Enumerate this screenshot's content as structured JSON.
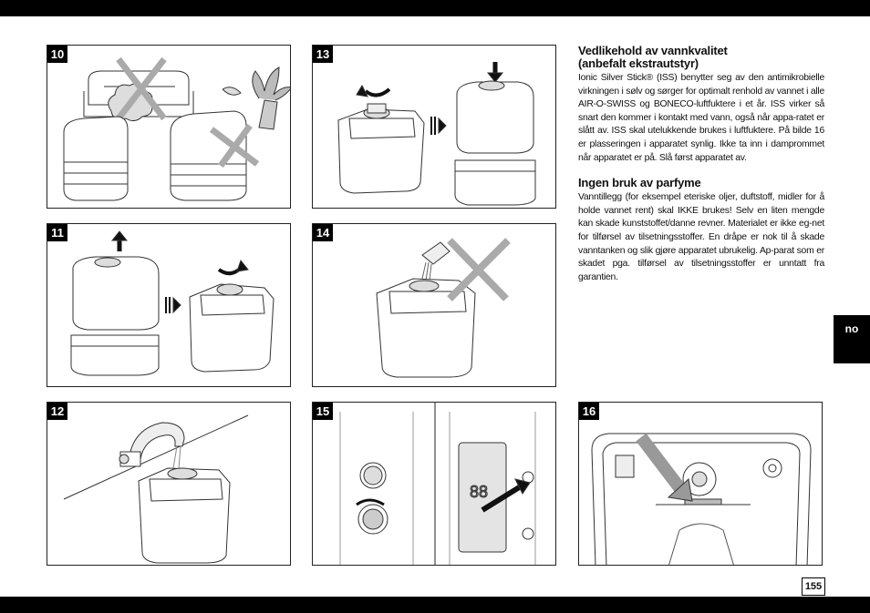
{
  "panels": [
    {
      "number": "10"
    },
    {
      "number": "13"
    },
    {
      "number": "11"
    },
    {
      "number": "14"
    },
    {
      "number": "12"
    },
    {
      "number": "15"
    },
    {
      "number": "16"
    }
  ],
  "section1": {
    "heading_line1": "Vedlikehold av vannkvalitet",
    "heading_line2": "(anbefalt ekstrautstyr)",
    "body": "Ionic Silver Stick® (ISS) benytter seg av den antimikrobielle virkningen i sølv og sørger for optimalt renhold av vannet i alle AIR-O-SWISS og BONECO-luftfuktere i et år. ISS virker så snart den kommer i kontakt med vann, også når appa-ratet er slått av. ISS skal utelukkende brukes i luftfuktere. På bilde 16 er plasseringen i apparatet synlig. Ikke ta inn i damprommet når apparatet er på. Slå først apparatet av."
  },
  "section2": {
    "heading": "Ingen bruk av parfyme",
    "body": "Vanntillegg (for eksempel eteriske oljer, duftstoff, midler for å holde vannet rent) skal IKKE brukes! Selv en liten mengde kan skade kunststoffet/danne revner. Materialet er ikke eg-net for tilførsel av tilsetningsstoffer. En dråpe er nok til å skade vanntanken og slik gjøre apparatet ubrukelig. Ap-parat som er skadet pga. tilførsel av tilsetningsstoffer er unntatt fra garantien."
  },
  "language_tab": "no",
  "page_number": "155",
  "colors": {
    "bars": "#000000",
    "accent_arrow": "#888888"
  }
}
